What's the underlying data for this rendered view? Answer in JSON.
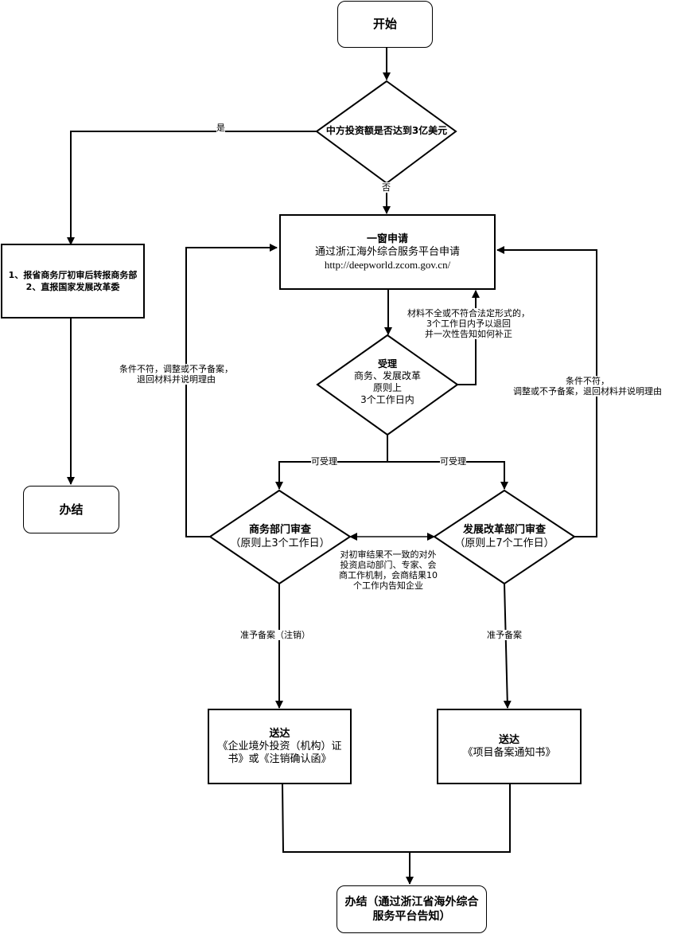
{
  "nodes": {
    "start": {
      "label": "开始"
    },
    "decision_amount": {
      "label": "中方投资额是否达到3亿美元"
    },
    "report_box": {
      "line1": "1、报省商务厅初审后转报商务部",
      "line2": "2、直报国家发展改革委"
    },
    "end_left": {
      "label": "办结"
    },
    "apply": {
      "title": "一窗申请",
      "line1": "通过浙江海外综合服务平台申请",
      "url": "http://deepworld.zcom.gov.cn/"
    },
    "accept": {
      "title": "受理",
      "line1": "商务、发展改革",
      "line2": "原则上",
      "line3": "3个工作日内"
    },
    "commerce_review": {
      "title": "商务部门审查",
      "line1": "（原则上3个工作日）"
    },
    "ndrc_review": {
      "title": "发展改革部门审查",
      "line1": "（原则上7个工作日）"
    },
    "deliver_left": {
      "title": "送达",
      "line1": "《企业境外投资（机构）证",
      "line2": "书》或《注销确认函》"
    },
    "deliver_right": {
      "title": "送达",
      "line1": "《项目备案通知书》"
    },
    "end_final": {
      "line1": "办结（通过浙江省海外综合",
      "line2": "服务平台告知）"
    }
  },
  "edge_labels": {
    "yes": "是",
    "no": "否",
    "incomplete": [
      "材料不全或不符合法定形式的，",
      "3个工作日内予以退回",
      "并一次性告知如何补正"
    ],
    "left_reject": [
      "条件不符，调整或不予备案，",
      "退回材料并说明理由"
    ],
    "right_reject": [
      "条件不符，",
      "调整或不予备案，退回材料并说明理由"
    ],
    "acceptable_left": "可受理",
    "acceptable_right": "可受理",
    "inconsistent": [
      "对初审结果不一致的对外",
      "投资启动部门、专家、会",
      "商工作机制，会商结果10",
      "个工作内告知企业"
    ],
    "approve_cancel": "准予备案（注销）",
    "approve": "准予备案"
  }
}
